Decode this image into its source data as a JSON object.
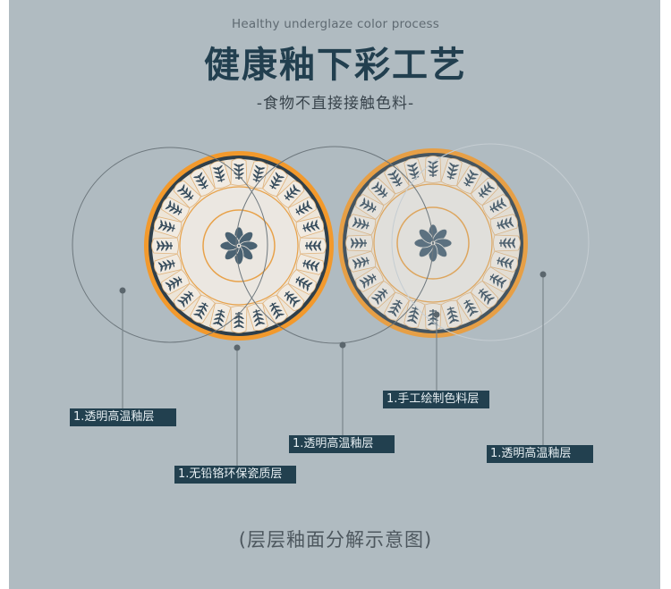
{
  "header": {
    "subtitle_en": "Healthy underglaze color process",
    "title": "健康釉下彩工艺",
    "tagline": "-食物不直接接触色料-"
  },
  "diagram": {
    "labels": [
      {
        "text": "1.透明高温釉层"
      },
      {
        "text": "1.无铅铬环保瓷质层"
      },
      {
        "text": "1.透明高温釉层"
      },
      {
        "text": "1.手工绘制色料层"
      },
      {
        "text": "1.透明高温釉层"
      }
    ]
  },
  "caption": "(层层釉面分解示意图)",
  "colors": {
    "background": "#b0bbc1",
    "title": "#223f4f",
    "label_bg": "#22404f",
    "rim_orange": "#f29a2e",
    "pattern_blue": "#3d5261",
    "cream": "#efe9e0"
  }
}
